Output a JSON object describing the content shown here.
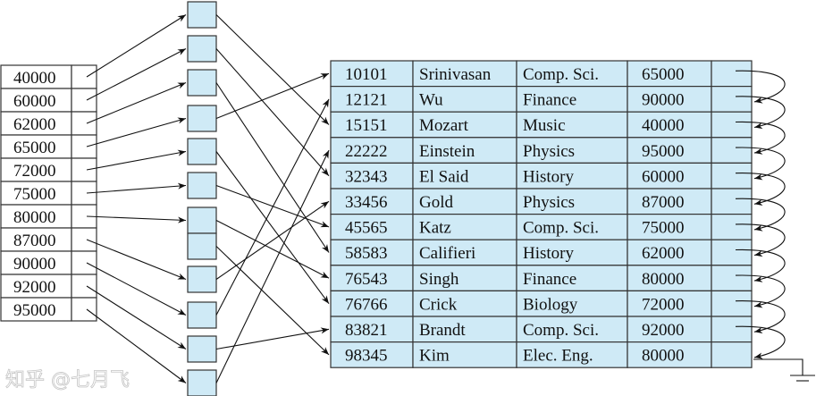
{
  "index": {
    "keys": [
      "40000",
      "60000",
      "62000",
      "65000",
      "72000",
      "75000",
      "80000",
      "87000",
      "90000",
      "92000",
      "95000"
    ]
  },
  "buckets": [
    {
      "key": "40000",
      "records": [
        "15151"
      ]
    },
    {
      "key": "60000",
      "records": [
        "32343"
      ]
    },
    {
      "key": "62000",
      "records": [
        "58583"
      ]
    },
    {
      "key": "65000",
      "records": [
        "10101"
      ]
    },
    {
      "key": "72000",
      "records": [
        "76766"
      ]
    },
    {
      "key": "75000",
      "records": [
        "45565"
      ]
    },
    {
      "key": "80000",
      "records": [
        "76543",
        "98345"
      ]
    },
    {
      "key": "87000",
      "records": [
        "33456"
      ]
    },
    {
      "key": "90000",
      "records": [
        "12121"
      ]
    },
    {
      "key": "92000",
      "records": [
        "83821"
      ]
    },
    {
      "key": "95000",
      "records": [
        "22222"
      ]
    }
  ],
  "records": [
    [
      "10101",
      "Srinivasan",
      "Comp. Sci.",
      "65000"
    ],
    [
      "12121",
      "Wu",
      "Finance",
      "90000"
    ],
    [
      "15151",
      "Mozart",
      "Music",
      "40000"
    ],
    [
      "22222",
      "Einstein",
      "Physics",
      "95000"
    ],
    [
      "32343",
      "El Said",
      "History",
      "60000"
    ],
    [
      "33456",
      "Gold",
      "Physics",
      "87000"
    ],
    [
      "45565",
      "Katz",
      "Comp. Sci.",
      "75000"
    ],
    [
      "58583",
      "Califieri",
      "History",
      "62000"
    ],
    [
      "76543",
      "Singh",
      "Finance",
      "80000"
    ],
    [
      "76766",
      "Crick",
      "Biology",
      "72000"
    ],
    [
      "83821",
      "Brandt",
      "Comp. Sci.",
      "92000"
    ],
    [
      "98345",
      "Kim",
      "Elec. Eng.",
      "80000"
    ]
  ],
  "colors": {
    "cell_fill": "#cfeaf6",
    "line": "#111111"
  },
  "watermark": "知乎 @七月飞"
}
